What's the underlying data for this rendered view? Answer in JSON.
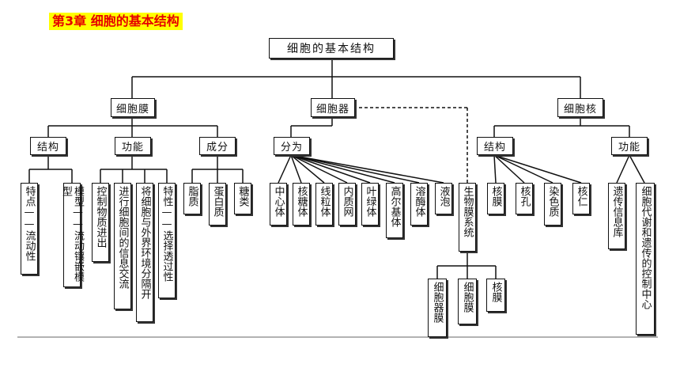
{
  "chapter_title": "第3章 细胞的基本结构",
  "root": "细胞的基本结构",
  "level1": {
    "membrane": "细胞膜",
    "organelle": "细胞器",
    "nucleus": "细胞核"
  },
  "membrane": {
    "structure": "结构",
    "function": "功能",
    "composition": "成分",
    "structure_items": [
      "特点——流动性",
      "模型——流动镶嵌模型"
    ],
    "function_items": [
      "控制物质进出",
      "进行细胞间的信息交流",
      "将细胞与外界环境分隔开",
      "特性——选择透过性"
    ],
    "composition_items": [
      "脂质",
      "蛋白质",
      "糖类"
    ]
  },
  "organelle": {
    "divide": "分为",
    "items": [
      "中心体",
      "核糖体",
      "线粒体",
      "内质网",
      "叶绿体",
      "高尔基体",
      "溶酶体",
      "液泡"
    ],
    "biomembrane": "生物膜系统",
    "biomembrane_items": [
      "细胞器膜",
      "细胞膜",
      "核膜"
    ]
  },
  "nucleus": {
    "structure": "结构",
    "function": "功能",
    "structure_items": [
      "核膜",
      "核孔",
      "染色质",
      "核仁"
    ],
    "function_items": [
      "遗传信息库",
      "细胞代谢和遗传的控制中心"
    ]
  },
  "colors": {
    "title_bg": "#ffff00",
    "title_text": "#e60000",
    "line": "#111111"
  }
}
